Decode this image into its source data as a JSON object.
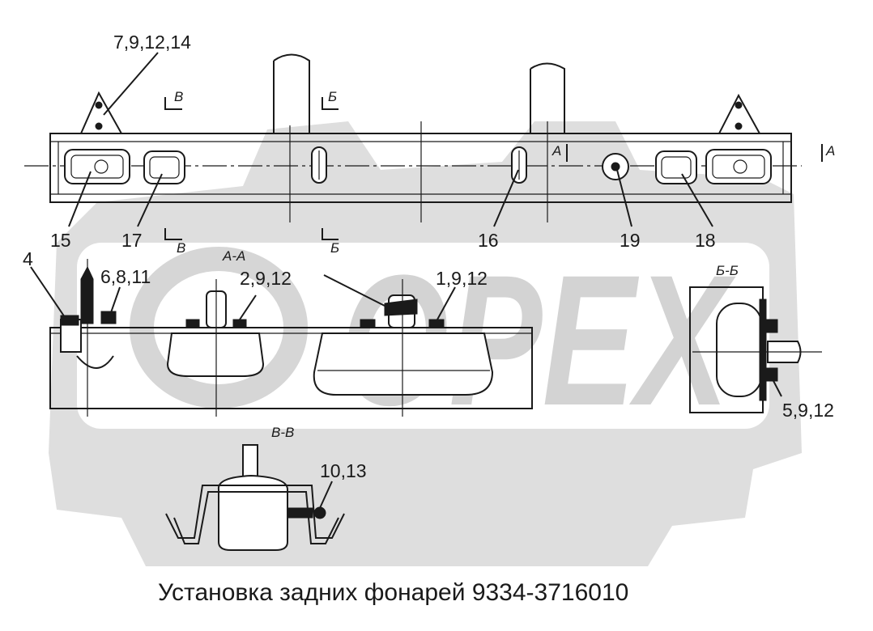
{
  "title": "Установка задних фонарей 9334-3716010",
  "watermark": {
    "text": "OPEX",
    "color": "#d9d9d9"
  },
  "callouts": {
    "c_7_9_12_14": "7,9,12,14",
    "c_15": "15",
    "c_17": "17",
    "c_16": "16",
    "c_19": "19",
    "c_18": "18",
    "c_4": "4",
    "c_6_8_11": "6,8,11",
    "c_2_9_12": "2,9,12",
    "c_1_9_12": "1,9,12",
    "c_5_9_12": "5,9,12",
    "c_10_13": "10,13"
  },
  "section_marks": {
    "v_top": "В",
    "b_top": "Б",
    "v_bottom": "В",
    "b_bottom": "Б",
    "a_mid": "А",
    "a_right": "А"
  },
  "section_titles": {
    "aa": "А-А",
    "bb": "Б-Б",
    "vv": "В-В"
  }
}
